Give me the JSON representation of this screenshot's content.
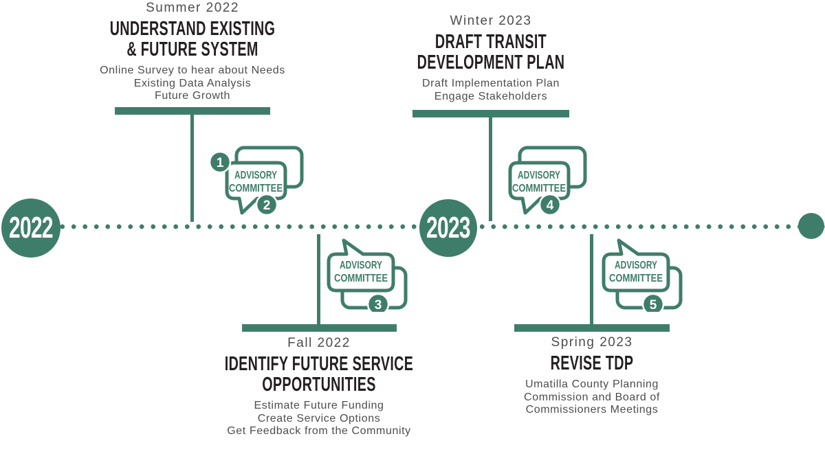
{
  "palette": {
    "green": "#3F7D6B",
    "heading_text": "#231F20",
    "body_text": "#4D4D4F",
    "badge_text": "#FFFFFF",
    "background": "#FFFFFF"
  },
  "timeline": {
    "start_year": "2022",
    "mid_year": "2023"
  },
  "milestones": [
    {
      "season": "Summer 2022",
      "title_lines": [
        "UNDERSTAND EXISTING",
        "& FUTURE SYSTEM"
      ],
      "details": [
        "Online Survey to hear about Needs",
        "Existing Data Analysis",
        "Future Growth"
      ]
    },
    {
      "season": "Winter 2023",
      "title_lines": [
        "DRAFT TRANSIT",
        "DEVELOPMENT PLAN"
      ],
      "details": [
        "Draft Implementation Plan",
        "Engage Stakeholders"
      ]
    },
    {
      "season": "Fall 2022",
      "title_lines": [
        "IDENTIFY FUTURE SERVICE",
        "OPPORTUNITIES"
      ],
      "details": [
        "Estimate Future Funding",
        "Create Service Options",
        "Get Feedback from the Community"
      ]
    },
    {
      "season": "Spring 2023",
      "title_lines": [
        "REVISE TDP"
      ],
      "details": [
        "Umatilla County Planning",
        "Commission and Board of",
        "Commissioners Meetings"
      ]
    }
  ],
  "advisory_icon": {
    "line1": "ADVISORY",
    "line2": "COMMITTEE",
    "badges": [
      "1",
      "2",
      "3",
      "4",
      "5"
    ]
  }
}
